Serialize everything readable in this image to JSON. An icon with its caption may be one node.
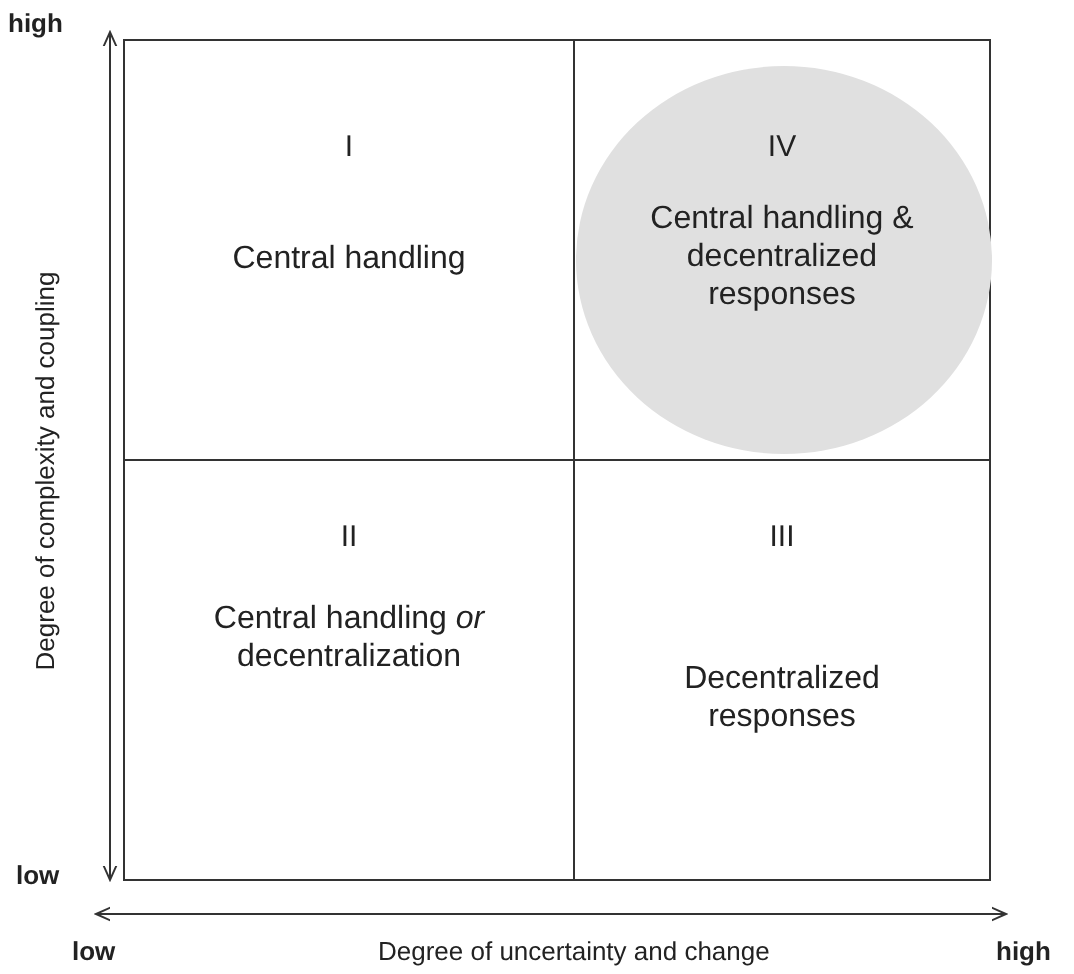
{
  "diagram": {
    "nodes": [
      {
        "text": [
          "I",
          "Central handling"
        ]
      },
      {
        "text": [
          "IV",
          "Central handling & decentralized responses"
        ]
      },
      {
        "text": [
          "II",
          "Central handling *or* decentralization"
        ]
      },
      {
        "text": [
          "III",
          "Decentralized responses"
        ]
      }
    ],
    "edges": [],
    "labels": [
      "high",
      "Degree of complexity and coupling",
      "low",
      "low",
      "Degree of uncertainty and change",
      "high"
    ]
  }
}
